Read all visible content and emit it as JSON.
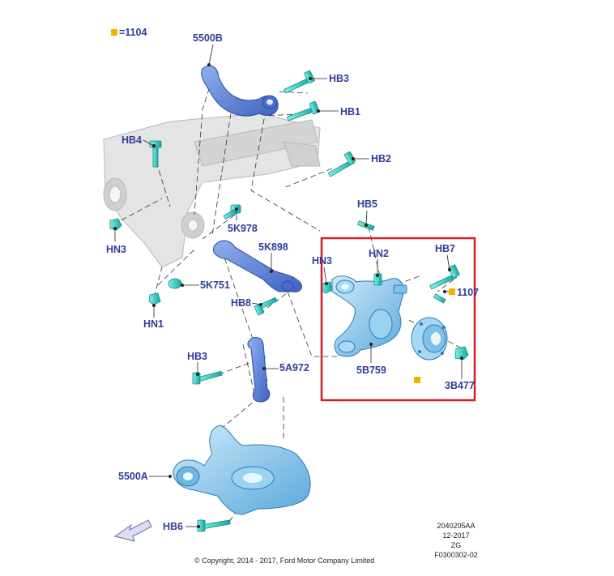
{
  "note_ref": "=1104",
  "labels": {
    "p5500B": "5500B",
    "HB3_top": "HB3",
    "HB1": "HB1",
    "HB4": "HB4",
    "HB2": "HB2",
    "HB5": "HB5",
    "p5K978": "5K978",
    "HN3_left": "HN3",
    "p5K898": "5K898",
    "HN3_mid": "HN3",
    "HN2": "HN2",
    "HB7": "HB7",
    "p1107": "1107",
    "p5K751": "5K751",
    "HB8": "HB8",
    "HN1": "HN1",
    "p5B759": "5B759",
    "p3B477": "3B477",
    "HB3_bottom": "HB3",
    "p5A972": "5A972",
    "p5500A": "5500A",
    "HB6": "HB6"
  },
  "meta": {
    "code": "2040205AA",
    "date": "12-2017",
    "zg": "ZG",
    "fig": "F0300302-02"
  },
  "copyright": "© Copyright, 2014 - 2017, Ford Motor Company Limited",
  "colors": {
    "arm_blue": "#5f83d6",
    "knuckle_blue": "#8cc9ef",
    "fastener_teal": "#27c7c0",
    "subframe_gray": "#d9d9d9",
    "highlight_red": "#d0202a",
    "note_yellow": "#f2b200"
  }
}
